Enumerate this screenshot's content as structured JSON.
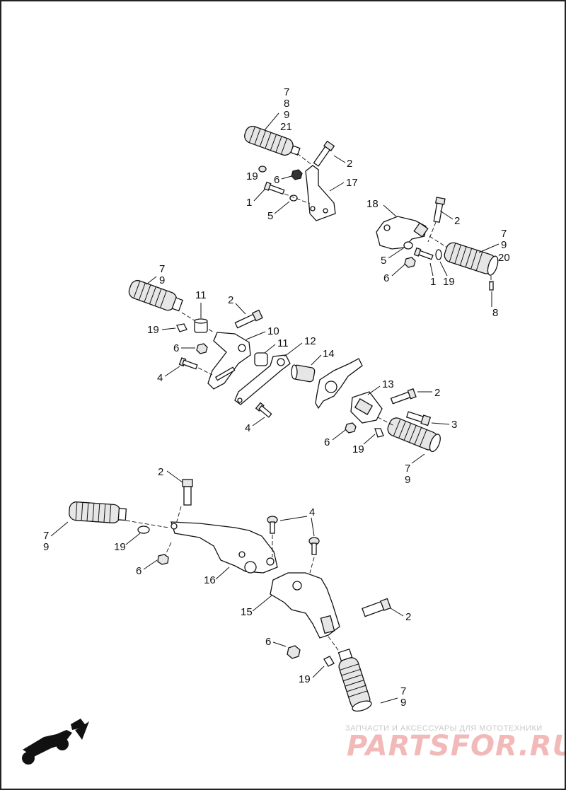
{
  "watermark": {
    "tagline": "ЗАПЧАСТИ И АКСЕССУАРЫ ДЛЯ МОТОТЕХНИКИ",
    "brand": "PARTSFOR.RU"
  },
  "icons": {
    "corner": "motorcycle-arrow-icon"
  },
  "callouts": {
    "top_left": {
      "a": "7",
      "b": "8",
      "c": "9",
      "d": "21",
      "bolt": "2",
      "nut_washer": "19",
      "nut": "6",
      "bracket": "17",
      "screw": "1",
      "washer": "5"
    },
    "top_right": {
      "bracket": "18",
      "bolt": "2",
      "a": "7",
      "b": "9",
      "c": "20",
      "washer": "5",
      "nut": "6",
      "screw": "1",
      "washer2": "19",
      "pin": "8"
    },
    "middle": {
      "peg_a": "7",
      "peg_b": "9",
      "spacer": "11",
      "bolt": "2",
      "arm": "10",
      "spacer2": "11",
      "link": "12",
      "nut_washer": "19",
      "nut": "6",
      "bushing": "14",
      "screw": "4",
      "clevis": "13",
      "bolt2": "2",
      "bolt3": "3",
      "screw2": "4",
      "nut2": "6",
      "washer2": "19",
      "peg2_a": "7",
      "peg2_b": "9"
    },
    "bottom": {
      "bolt": "2",
      "screws": "4",
      "peg_a": "7",
      "peg_b": "9",
      "washer": "19",
      "nut": "6",
      "bracket": "16",
      "mount": "15",
      "bolt2": "2",
      "nut2": "6",
      "washer2": "19",
      "peg2_a": "7",
      "peg2_b": "9"
    }
  }
}
